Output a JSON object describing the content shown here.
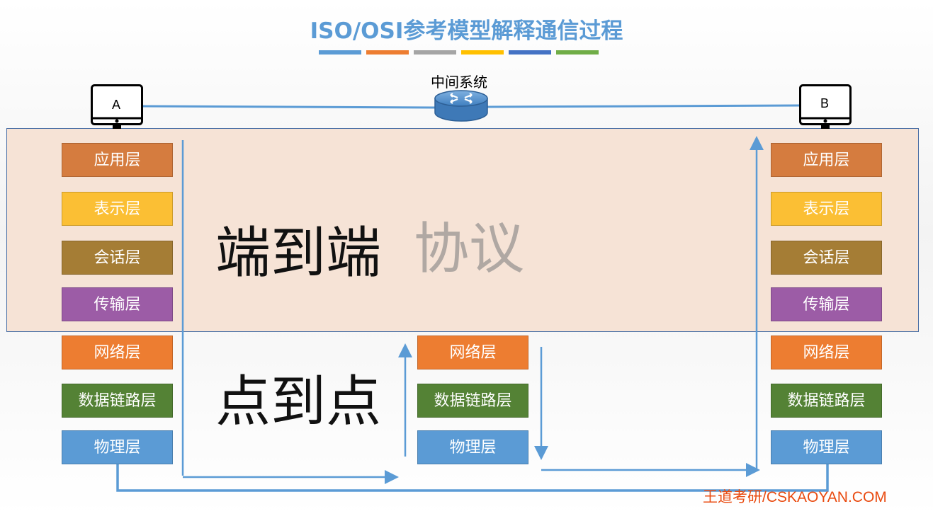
{
  "title": "ISO/OSI参考模型解释通信过程",
  "title_bar_colors": [
    "#5b9bd5",
    "#ed7d31",
    "#a5a5a5",
    "#ffc000",
    "#4472c4",
    "#70ad47"
  ],
  "hosts": {
    "a_label": "A",
    "b_label": "B"
  },
  "router": {
    "label": "中间系统"
  },
  "layers": {
    "application": "应用层",
    "presentation": "表示层",
    "session": "会话层",
    "transport": "传输层",
    "network": "网络层",
    "datalink": "数据链路层",
    "physical": "物理层"
  },
  "layer_colors": {
    "application": "#d57c3f",
    "presentation": "#fbbf34",
    "session": "#a57d35",
    "transport": "#9c5ca6",
    "network": "#ed7d31",
    "datalink": "#548235",
    "physical": "#5b9bd5"
  },
  "labels": {
    "end_to_end": "端到端",
    "protocol": "协议",
    "point_to_point": "点到点"
  },
  "watermark": "王道考研/CSKAOYAN.COM"
}
